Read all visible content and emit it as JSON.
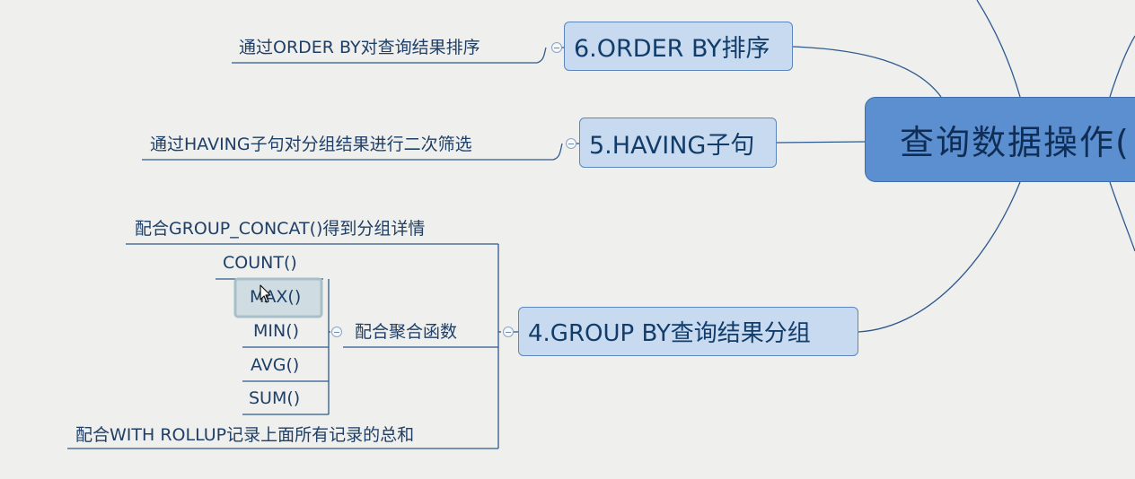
{
  "central": {
    "label": "查询数据操作("
  },
  "topics": {
    "order_by": {
      "label": "6.ORDER BY排序",
      "detail": "通过ORDER BY对查询结果排序"
    },
    "having": {
      "label": "5.HAVING子句",
      "detail": "通过HAVING子句对分组结果进行二次筛选"
    },
    "group_by": {
      "label": "4.GROUP BY查询结果分组",
      "items": {
        "group_concat": "配合GROUP_CONCAT()得到分组详情",
        "aggregate": "配合聚合函数",
        "with_rollup": "配合WITH ROLLUP记录上面所有记录的总和"
      },
      "aggregate_functions": [
        "COUNT()",
        "MAX()",
        "MIN()",
        "AVG()",
        "SUM()"
      ]
    }
  }
}
